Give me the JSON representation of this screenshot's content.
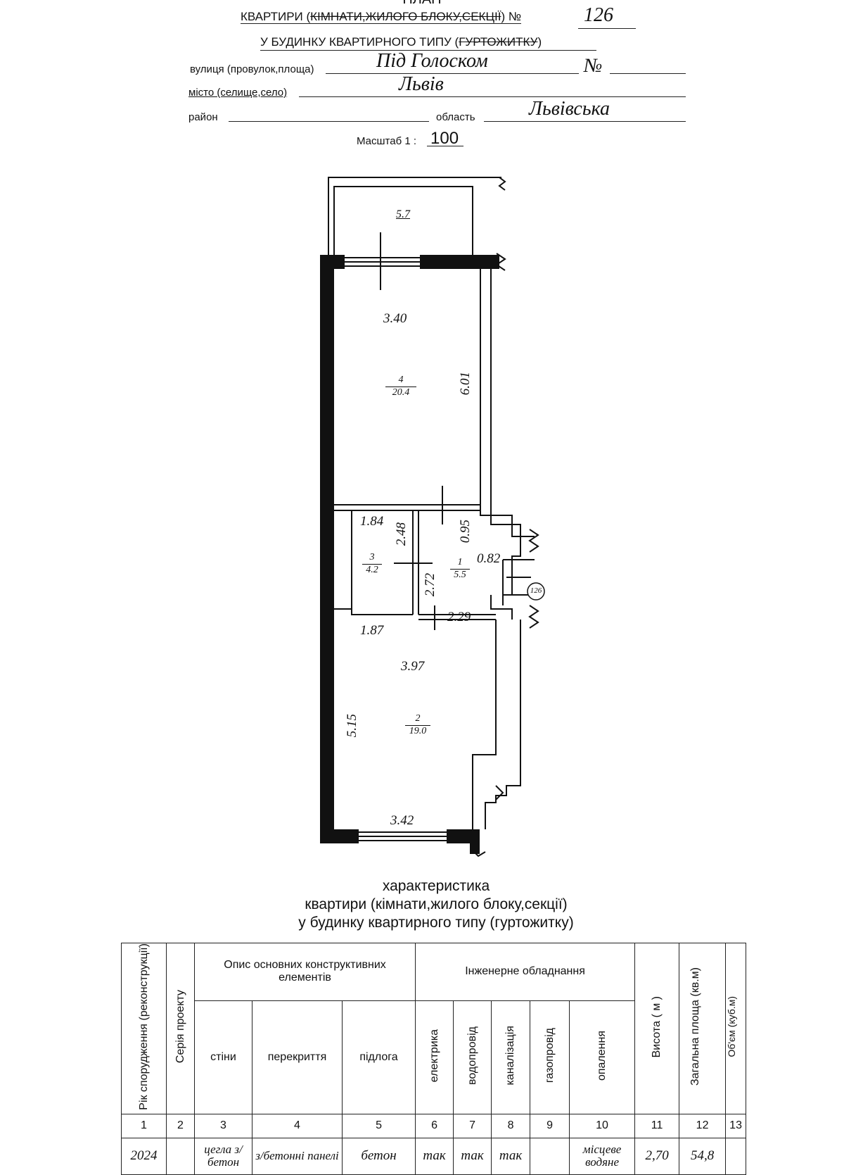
{
  "header": {
    "title": "ПЛАН",
    "line1_plain": "КВАРТИРИ (",
    "line1_struck": "КІМНАТИ,ЖИЛОГО БЛОКУ,СЕКЦІЇ",
    "line1_tail": ") №",
    "apartment_no": "126",
    "line2_plain": "У БУДИНКУ КВАРТИРНОГО ТИПУ (",
    "line2_struck": "ГУРТОЖИТКУ",
    "line2_tail": ")",
    "street_label": "вулиця (провулок,площа)",
    "street_value": "Під Голоском",
    "number_label": "№",
    "number_value": "",
    "city_label": "місто (селище,село)",
    "city_value": "Львів",
    "district_label": "район",
    "district_value": "",
    "region_label": "область",
    "region_value": "Львівська",
    "scale_label": "Масштаб 1 :",
    "scale_value": "100"
  },
  "plan": {
    "balcony_width": "5.7",
    "room4": {
      "number": "4",
      "area": "20.4",
      "width": "3.40",
      "length": "6.01"
    },
    "room3": {
      "number": "3",
      "area": "4.2",
      "width": "1.84",
      "length": "2.48"
    },
    "room1": {
      "number": "1",
      "area": "5.5",
      "dim_a": "0.95",
      "dim_b": "0.82",
      "dim_c": "2.72",
      "dim_d": "2.29"
    },
    "room2": {
      "number": "2",
      "area": "19.0",
      "dim_top": "1.87",
      "width": "3.97",
      "length": "5.15",
      "bottom": "3.42"
    },
    "door_tag": "126"
  },
  "characteristics": {
    "title1": "характеристика",
    "title2": "квартири (кімнати,жилого блоку,секції)",
    "title3": "у будинку квартирного типу (гуртожитку)"
  },
  "table": {
    "col_year": "Рік спорудження (реконструкції)",
    "col_series": "Серія проекту",
    "group_desc": "Опис основних конструктивних елементів",
    "col_walls": "стіни",
    "col_floors": "перекриття",
    "col_floor": "підлога",
    "group_eng": "Інженерне обладнання",
    "col_elec": "електрика",
    "col_water": "водопровід",
    "col_sewer": "каналізація",
    "col_gas": "газопровід",
    "col_heat": "опалення",
    "col_height": "Висота ( м )",
    "col_area": "Загальна площа (кв.м)",
    "col_volume": "Об'єм (куб.м)",
    "numbers": [
      "1",
      "2",
      "3",
      "4",
      "5",
      "6",
      "7",
      "8",
      "9",
      "10",
      "11",
      "12",
      "13"
    ],
    "row": {
      "year": "2024",
      "series": "",
      "walls": "цегла з/бетон",
      "floors": "з/бетонні панелі",
      "floor": "бетон",
      "elec": "так",
      "water": "так",
      "sewer": "так",
      "gas": "",
      "heat": "місцеве водяне",
      "height": "2,70",
      "area": "54,8",
      "volume": ""
    }
  }
}
